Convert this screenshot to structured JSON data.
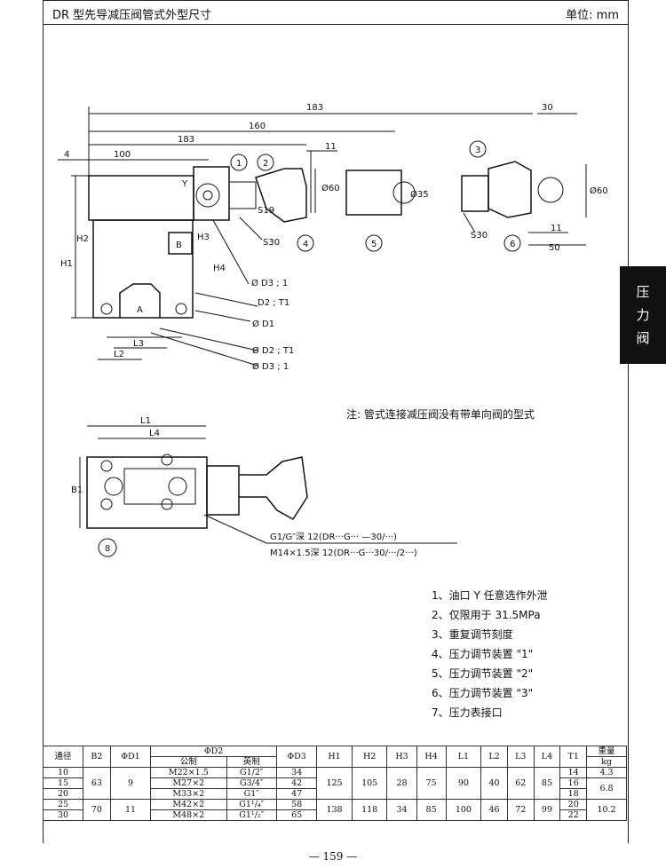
{
  "header": {
    "title": "DR 型先导减压阀管式外型尺寸",
    "unit": "单位: mm"
  },
  "side_tab": [
    "压",
    "力",
    "阀"
  ],
  "drawing": {
    "dims": [
      "183",
      "160",
      "183",
      "100",
      "30",
      "4",
      "11",
      "11",
      "50",
      "Ø60",
      "Ø35",
      "Ø60",
      "H1",
      "H2",
      "H3",
      "H4",
      "L1",
      "L2",
      "L3",
      "L4",
      "B1"
    ],
    "labels": [
      "Y",
      "B",
      "A",
      "S19",
      "S30",
      "S30"
    ],
    "callouts": [
      "Ø D3 ; 1",
      "D2 ; T1",
      "Ø D1",
      "Ø D2 ; T1",
      "Ø D3 ; 1"
    ],
    "markers": [
      "1",
      "2",
      "3",
      "4",
      "5",
      "6",
      "8"
    ],
    "thread1": "G1/G″深 12(DR···G··· —30/···)",
    "thread2": "M14×1.5深 12(DR···G···30/···/2···)"
  },
  "note": "注: 管式连接减压阀没有带单向阀的型式",
  "notes": [
    "1、油口 Y 任意选作外泄",
    "2、仅限用于 31.5MPa",
    "3、重复调节刻度",
    "4、压力调节装置 \"1\"",
    "5、压力调节装置 \"2\"",
    "6、压力调节装置 \"3\"",
    "7、压力表接口"
  ],
  "table": {
    "headers": [
      "通径",
      "B2",
      "ΦD1",
      "ΦD2",
      "ΦD3",
      "H1",
      "H2",
      "H3",
      "H4",
      "L1",
      "L2",
      "L3",
      "L4",
      "T1",
      "重量"
    ],
    "subheaders": [
      "公制",
      "英制",
      "kg"
    ],
    "rows": [
      [
        "10",
        "M22×1.5",
        "G1/2″",
        "34",
        "14",
        "4.3"
      ],
      [
        "15",
        "M27×2",
        "G3/4″",
        "42",
        "16"
      ],
      [
        "20",
        "M33×2",
        "G1″",
        "47",
        "18",
        "6.8"
      ],
      [
        "25",
        "M42×2",
        "G1¹/₄″",
        "58",
        "20"
      ],
      [
        "30",
        "M48×2",
        "G1¹/₂″",
        "65",
        "22",
        "10.2"
      ]
    ],
    "group1": [
      "63",
      "9",
      "125",
      "105",
      "28",
      "75",
      "90",
      "40",
      "62",
      "85"
    ],
    "group2": [
      "70",
      "11",
      "138",
      "118",
      "34",
      "85",
      "100",
      "46",
      "72",
      "99"
    ]
  },
  "page_number": "— 159 —"
}
